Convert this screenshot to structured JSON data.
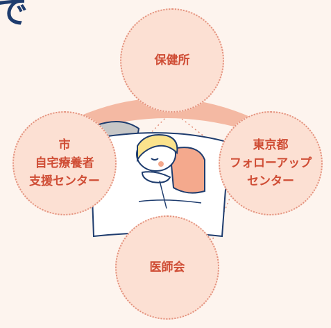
{
  "heading": {
    "fragment": "で"
  },
  "nodes": {
    "top": {
      "lines": [
        "保健所"
      ]
    },
    "left": {
      "lines": [
        "市",
        "自宅療養者",
        "支援センター"
      ]
    },
    "right": {
      "lines": [
        "東京都",
        "フォローアップ",
        "センター"
      ]
    },
    "bottom": {
      "lines": [
        "医師会"
      ]
    }
  },
  "colors": {
    "background": "#fdf4ee",
    "circle_fill": "#fce0d3",
    "circle_border": "#e3907c",
    "circle_text": "#cf4d35",
    "heading_text": "#1e3c6e",
    "blanket": "#f4b9a3",
    "hair": "#fbe38c",
    "outline": "#1e3c6e"
  }
}
